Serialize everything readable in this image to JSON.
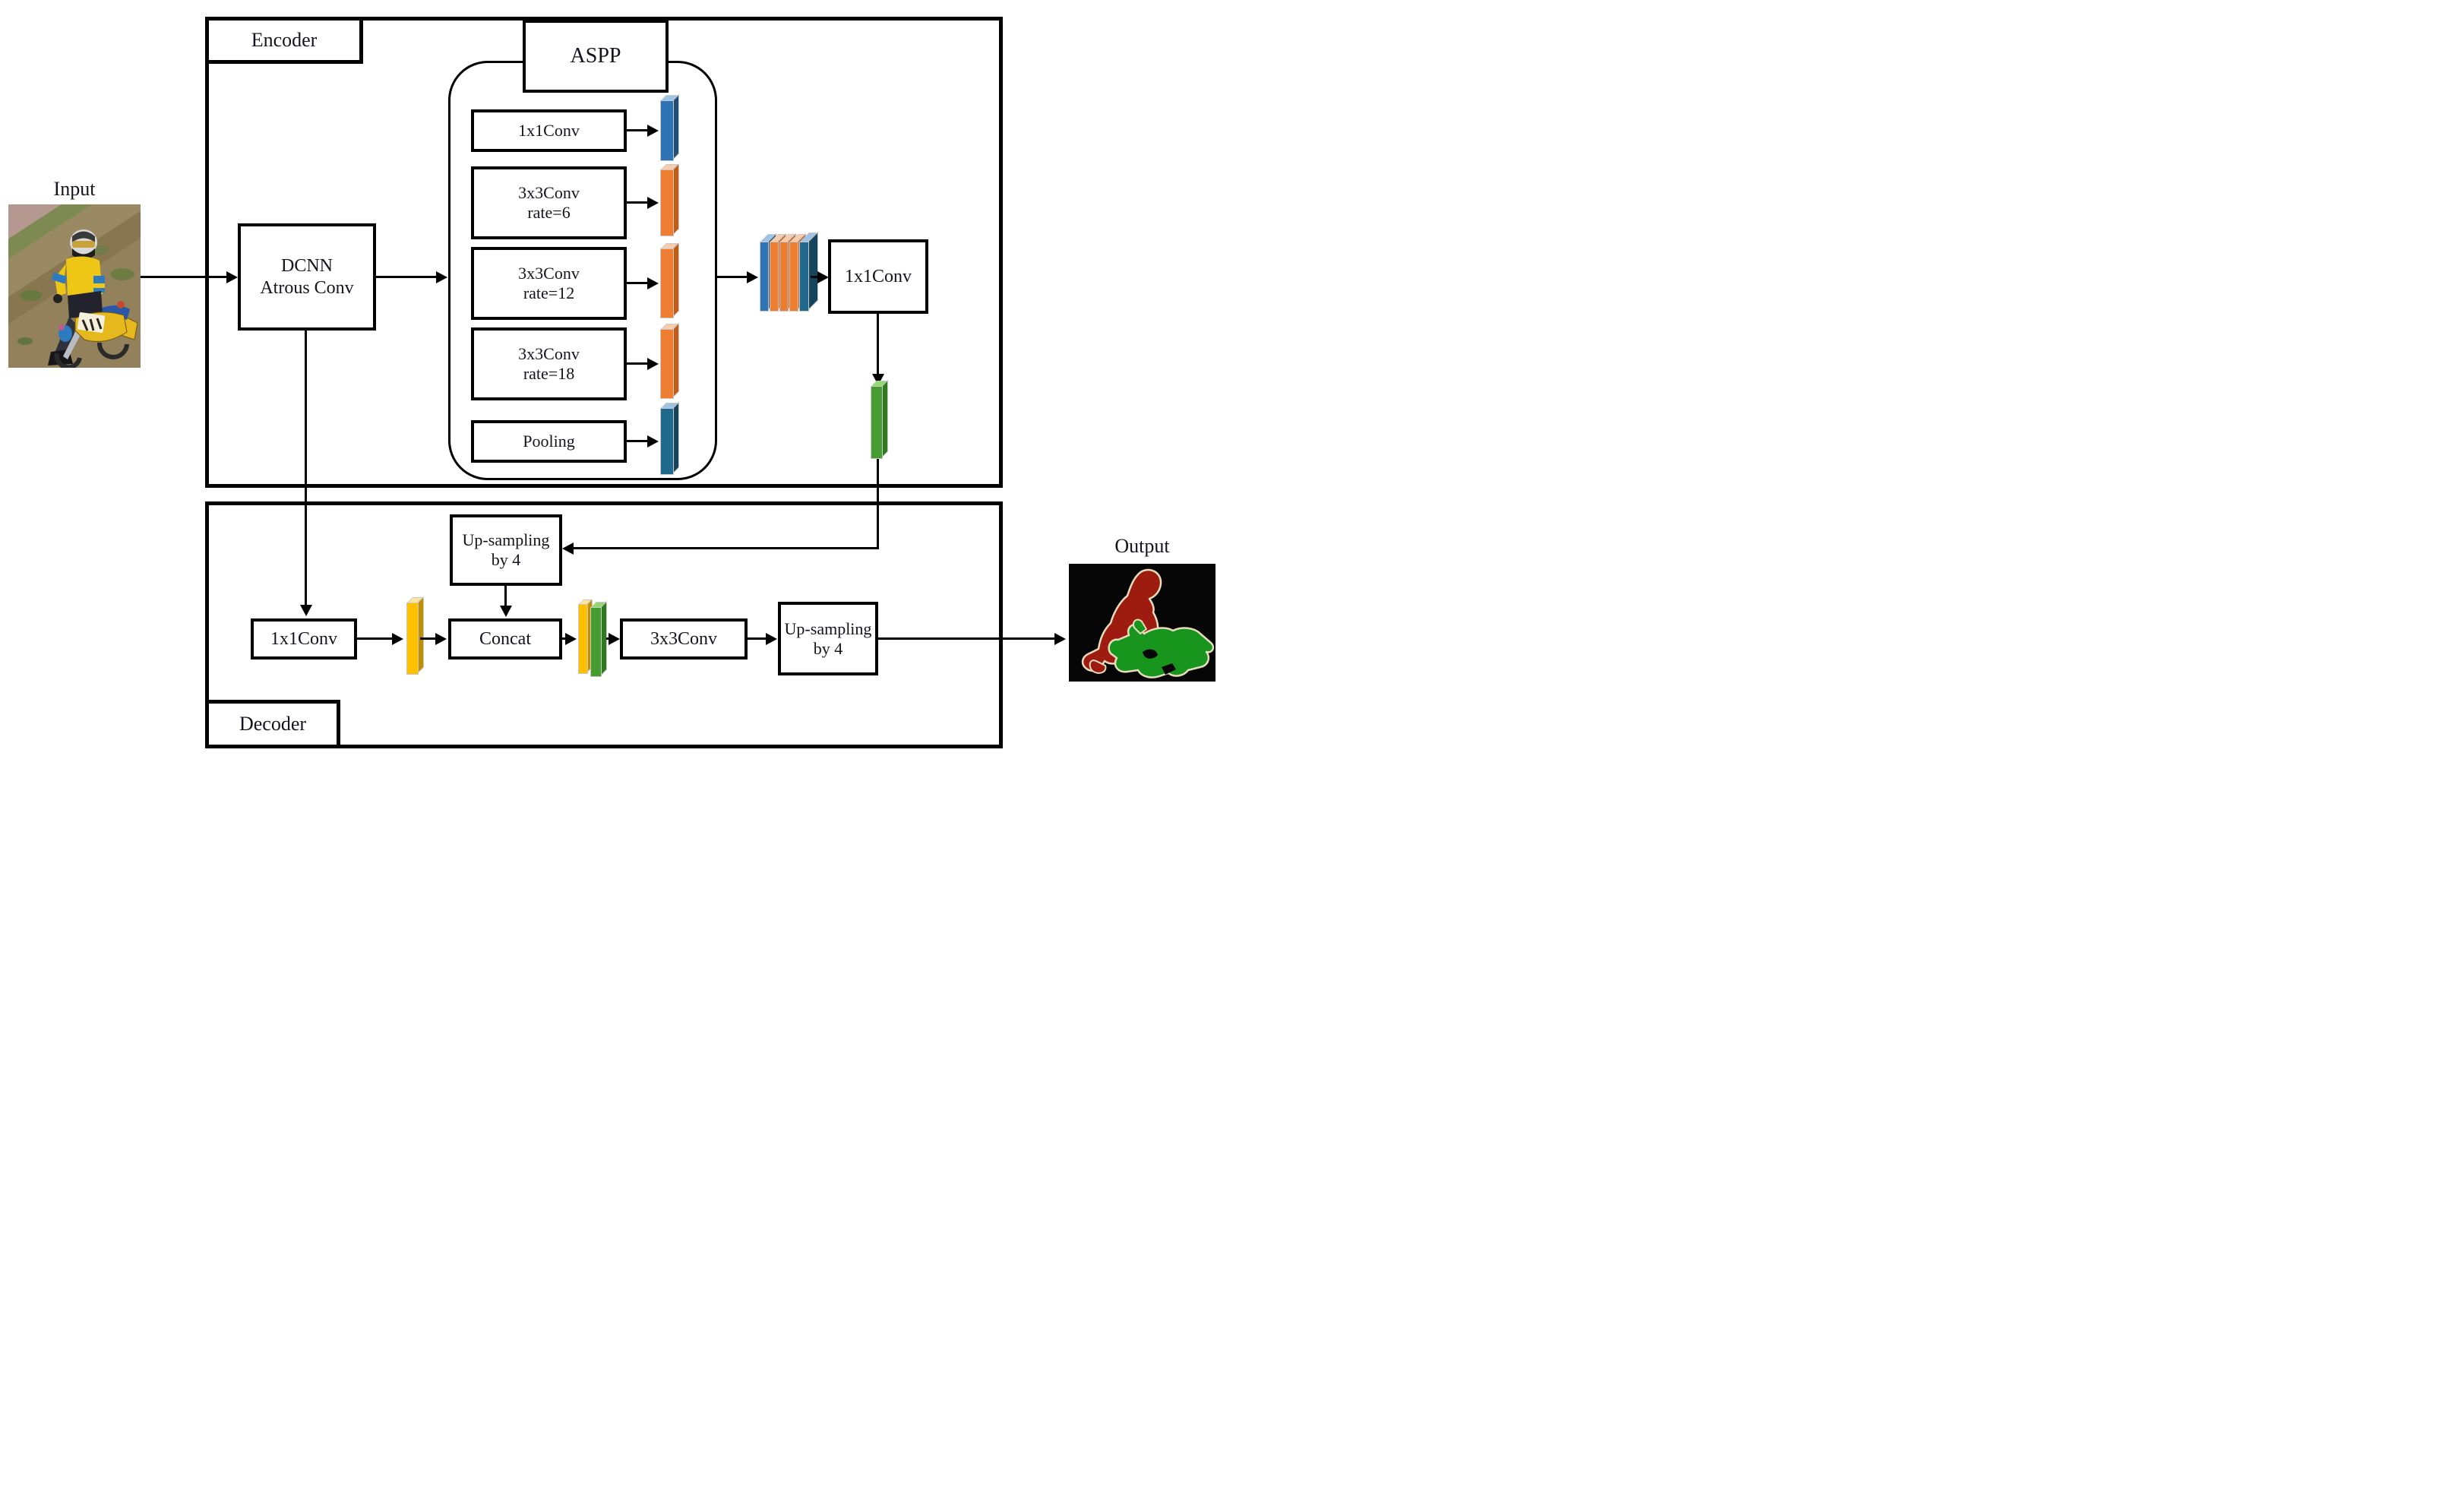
{
  "input": {
    "label": "Input"
  },
  "output": {
    "label": "Output"
  },
  "encoder": {
    "label": "Encoder",
    "aspp_title": "ASPP",
    "dcnn": {
      "line1": "DCNN",
      "line2": "Atrous Conv"
    },
    "branches": [
      {
        "label": "1x1Conv",
        "rate": ""
      },
      {
        "label": "3x3Conv",
        "rate": "rate=6"
      },
      {
        "label": "3x3Conv",
        "rate": "rate=12"
      },
      {
        "label": "3x3Conv",
        "rate": "rate=18"
      },
      {
        "label": "Pooling",
        "rate": ""
      }
    ],
    "projection": "1x1Conv"
  },
  "decoder": {
    "label": "Decoder",
    "upsample1": {
      "line1": "Up-sampling",
      "line2": "by 4"
    },
    "low_level_conv": "1x1Conv",
    "concat": "Concat",
    "refine_conv": "3x3Conv",
    "upsample2": {
      "line1": "Up-sampling",
      "line2": "by 4"
    }
  },
  "colors": {
    "blue": "#2e74b5",
    "blue_light": "#9dc3e6",
    "blue_dark": "#1f4e79",
    "orange": "#ed7d31",
    "orange_light": "#f8cbad",
    "orange_dark": "#c55a11",
    "teal": "#20688c",
    "teal_light": "#7fb4d4",
    "teal_dark": "#15455c",
    "green": "#469b31",
    "green_light": "#90d96e",
    "green_dark": "#2f7a1f",
    "yellow": "#ffc000",
    "yellow_light": "#ffe699",
    "yellow_dark": "#bf9000",
    "seg_red": "#9e1b10",
    "seg_green": "#17951c",
    "seg_outline": "#e6dcbe",
    "line": "#000000"
  }
}
